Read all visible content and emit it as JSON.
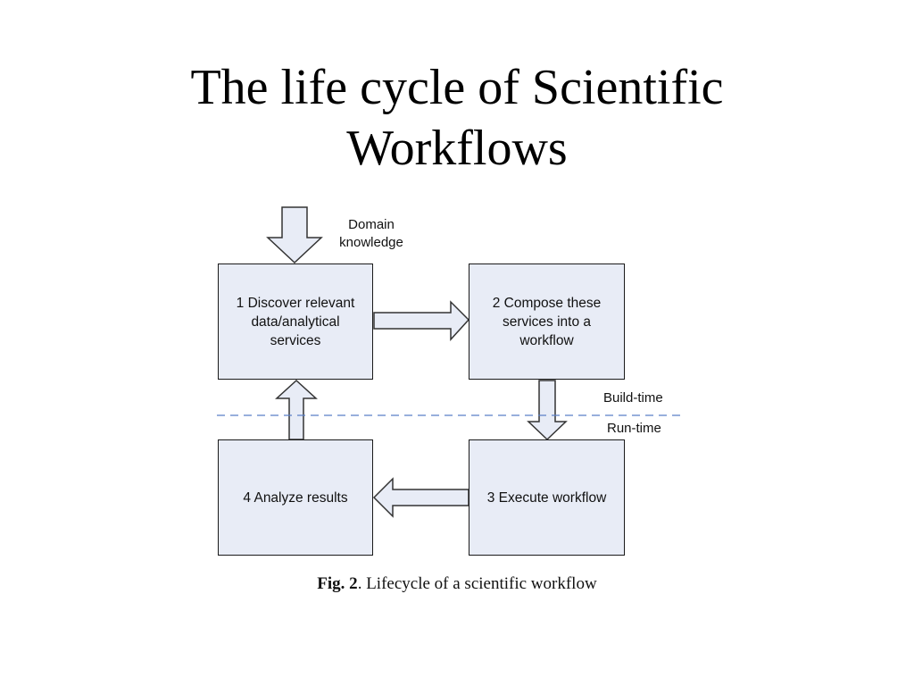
{
  "title": {
    "line1": "The life cycle of Scientific",
    "line2": "Workflows"
  },
  "diagram": {
    "input": {
      "line1": "Domain",
      "line2": "knowledge"
    },
    "nodes": [
      {
        "id": "discover",
        "lines": [
          "1 Discover relevant",
          "data/analytical",
          "services"
        ]
      },
      {
        "id": "compose",
        "lines": [
          "2 Compose these",
          "services into a",
          "workflow"
        ]
      },
      {
        "id": "execute",
        "lines": [
          "3 Execute workflow"
        ]
      },
      {
        "id": "analyze",
        "lines": [
          "4 Analyze results"
        ]
      }
    ],
    "edges": [
      {
        "from": "input",
        "to": "discover"
      },
      {
        "from": "discover",
        "to": "compose"
      },
      {
        "from": "compose",
        "to": "execute"
      },
      {
        "from": "execute",
        "to": "analyze"
      },
      {
        "from": "analyze",
        "to": "discover"
      }
    ],
    "phase_labels": {
      "above": "Build-time",
      "below": "Run-time"
    },
    "colors": {
      "box_fill": "#e8ecf6",
      "divider": "#5b7fc7"
    }
  },
  "caption": {
    "bold": "Fig. 2",
    "text": ". Lifecycle of a scientific workflow"
  }
}
